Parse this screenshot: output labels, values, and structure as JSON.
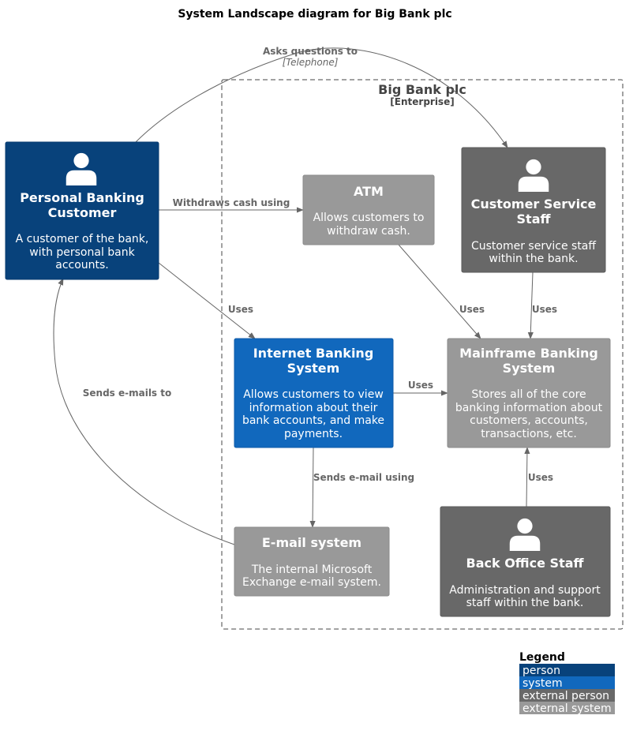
{
  "title": "System Landscape diagram for Big Bank plc",
  "boundary": {
    "name": "Big Bank plc",
    "type": "[Enterprise]"
  },
  "colors": {
    "person": "#08427B",
    "system": "#1168BD",
    "external_person": "#686868",
    "external_system": "#999999",
    "edge": "#666666"
  },
  "nodes": {
    "customer": {
      "title_lines": [
        "Personal Banking",
        "Customer"
      ],
      "desc_lines": [
        "A customer of the bank,",
        "with personal bank",
        "accounts."
      ],
      "kind": "person",
      "icon": "person-icon"
    },
    "atm": {
      "title_lines": [
        "ATM"
      ],
      "desc_lines": [
        "Allows customers to",
        "withdraw cash."
      ],
      "kind": "external_system"
    },
    "cs_staff": {
      "title_lines": [
        "Customer Service",
        "Staff"
      ],
      "desc_lines": [
        "Customer service staff",
        "within the bank."
      ],
      "kind": "external_person",
      "icon": "person-icon"
    },
    "ibs": {
      "title_lines": [
        "Internet Banking",
        "System"
      ],
      "desc_lines": [
        "Allows customers to view",
        "information about their",
        "bank accounts, and make",
        "payments."
      ],
      "kind": "system"
    },
    "mainframe": {
      "title_lines": [
        "Mainframe Banking",
        "System"
      ],
      "desc_lines": [
        "Stores all of the core",
        "banking information about",
        "customers, accounts,",
        "transactions, etc."
      ],
      "kind": "external_system"
    },
    "email": {
      "title_lines": [
        "E-mail system"
      ],
      "desc_lines": [
        "The internal Microsoft",
        "Exchange e-mail system."
      ],
      "kind": "external_system"
    },
    "bo_staff": {
      "title_lines": [
        "Back Office Staff"
      ],
      "desc_lines": [
        "Administration and support",
        "staff within the bank."
      ],
      "kind": "external_person",
      "icon": "person-icon"
    }
  },
  "relationships": [
    {
      "id": "customer-cs",
      "label": "Asks questions to",
      "technology": "[Telephone]"
    },
    {
      "id": "customer-atm",
      "label": "Withdraws cash using"
    },
    {
      "id": "customer-ibs",
      "label": "Uses"
    },
    {
      "id": "atm-mainframe",
      "label": "Uses"
    },
    {
      "id": "cs-mainframe",
      "label": "Uses"
    },
    {
      "id": "ibs-mainframe",
      "label": "Uses"
    },
    {
      "id": "ibs-email",
      "label": "Sends e-mail using"
    },
    {
      "id": "email-customer",
      "label": "Sends e-mails to"
    },
    {
      "id": "bo-mainframe",
      "label": "Uses"
    }
  ],
  "legend": {
    "title": "Legend",
    "items": [
      {
        "label": "person",
        "color": "#08427B"
      },
      {
        "label": "system",
        "color": "#1168BD"
      },
      {
        "label": "external person",
        "color": "#686868"
      },
      {
        "label": "external system",
        "color": "#999999"
      }
    ]
  }
}
